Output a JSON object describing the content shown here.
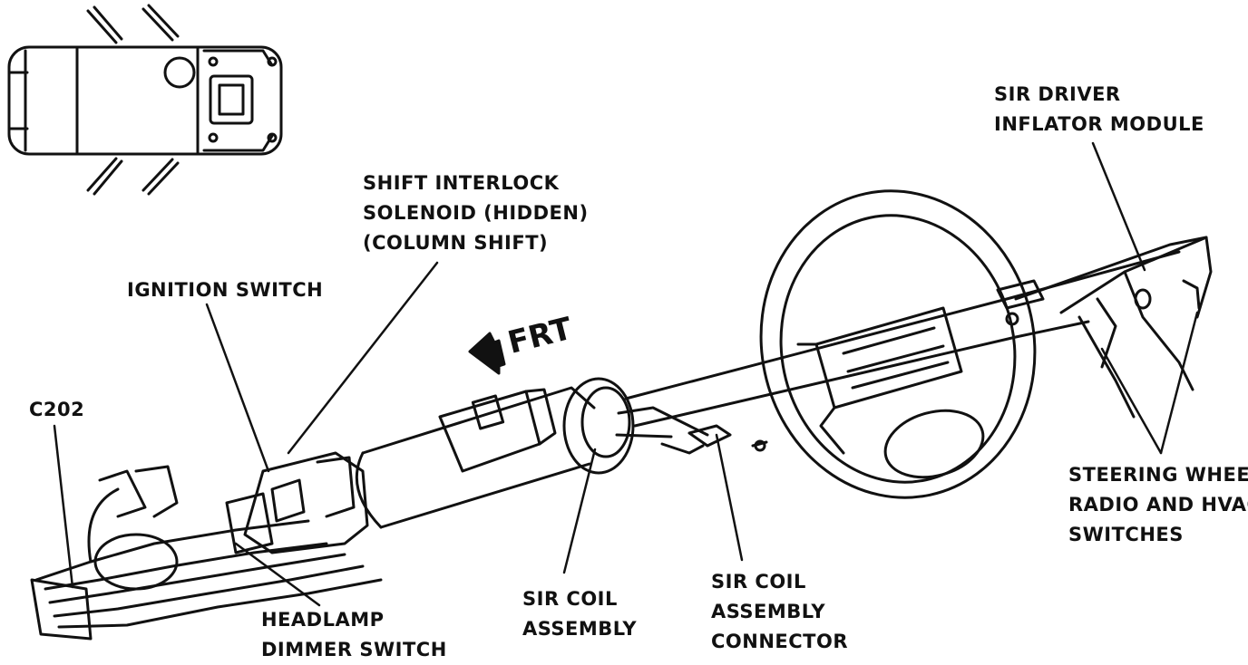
{
  "labels": {
    "sir_driver_module": [
      "SIR DRIVER",
      "INFLATOR MODULE"
    ],
    "shift_interlock": [
      "SHIFT INTERLOCK",
      "SOLENOID (HIDDEN)",
      "(COLUMN SHIFT)"
    ],
    "ignition_switch": [
      "IGNITION SWITCH"
    ],
    "c202": [
      "C202"
    ],
    "frt": "FRT",
    "steering_wheel_switches": [
      "STEERING WHEEL",
      "RADIO AND HVAC",
      "SWITCHES"
    ],
    "sir_coil_assembly": [
      "SIR COIL",
      "ASSEMBLY"
    ],
    "sir_coil_connector": [
      "SIR COIL",
      "ASSEMBLY",
      "CONNECTOR"
    ],
    "headlamp_dimmer": [
      "HEADLAMP",
      "DIMMER SWITCH"
    ]
  },
  "colors": {
    "ink": "#111111",
    "background": "#ffffff"
  }
}
